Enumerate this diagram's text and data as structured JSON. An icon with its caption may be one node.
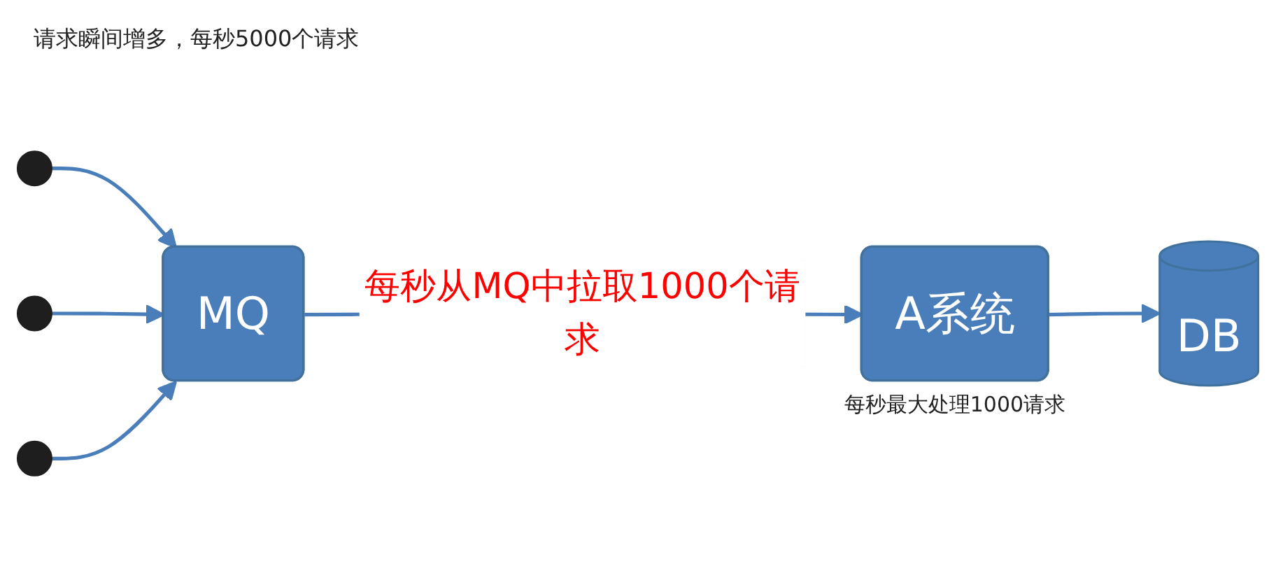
{
  "diagram": {
    "title": "请求瞬间增多，每秒5000个请求",
    "nodes": [
      {
        "text": [],
        "shape": "person"
      },
      {
        "text": [],
        "shape": "person"
      },
      {
        "text": [],
        "shape": "person"
      },
      {
        "text": [
          "MQ"
        ]
      },
      {
        "text": [
          "A系统"
        ],
        "beside": [
          "每秒最大处理1000请求"
        ]
      },
      {
        "text": [
          "DB"
        ]
      }
    ],
    "edges": [
      {
        "from": 0,
        "to": 3,
        "arrow": "to"
      },
      {
        "from": 1,
        "to": 3,
        "arrow": "to"
      },
      {
        "from": 2,
        "to": 3,
        "arrow": "to"
      },
      {
        "from": 3,
        "to": 4,
        "arrow": "to",
        "label": "每秒从MQ中拉取1000个请求"
      },
      {
        "from": 4,
        "to": 5,
        "arrow": "to"
      }
    ]
  }
}
